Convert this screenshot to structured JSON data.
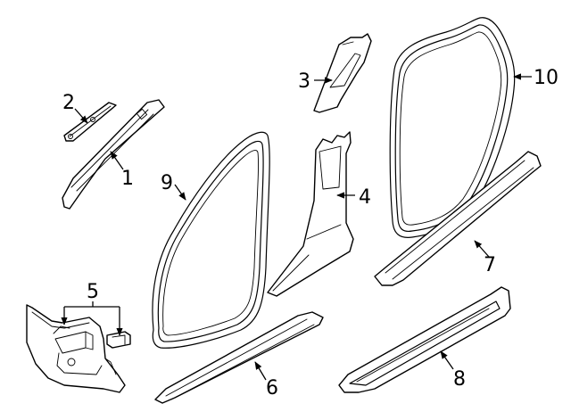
{
  "callouts": {
    "c1": "1",
    "c2": "2",
    "c3": "3",
    "c4": "4",
    "c5": "5",
    "c6": "6",
    "c7": "7",
    "c8": "8",
    "c9": "9",
    "c10": "10"
  },
  "colors": {
    "line": "#000000",
    "background": "#ffffff",
    "part_fill": "#f2f2f2"
  }
}
